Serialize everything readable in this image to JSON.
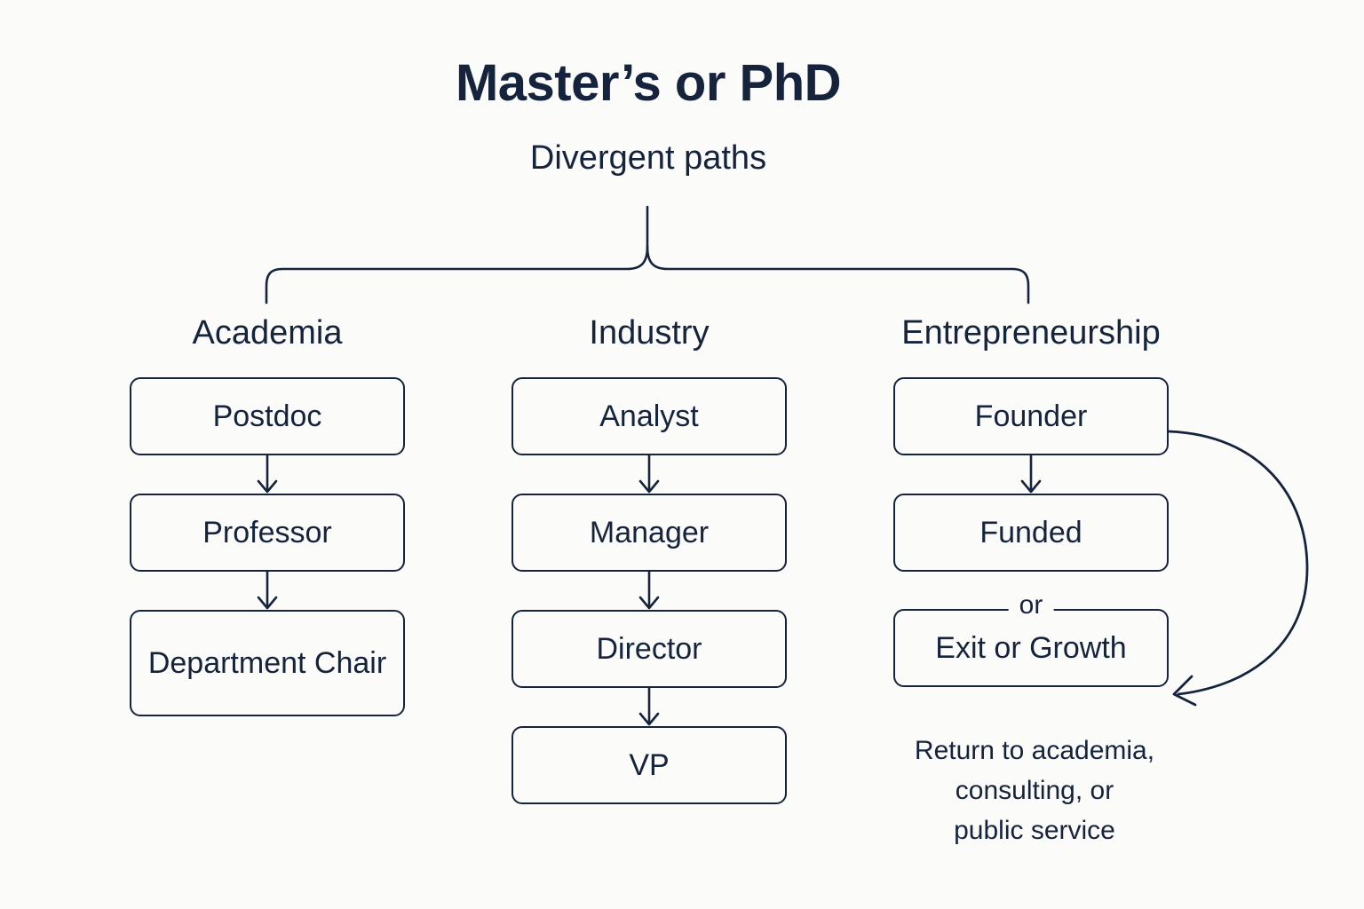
{
  "header": {
    "title": "Master’s or PhD",
    "subtitle": "Divergent paths"
  },
  "colors": {
    "background": "#fbfbf9",
    "ink": "#16233c",
    "box_fill": "#fbfbf9",
    "box_border": "#16233c"
  },
  "columns": [
    {
      "id": "academia",
      "heading": "Academia",
      "nodes": [
        {
          "label": "Postdoc"
        },
        {
          "label": "Professor"
        },
        {
          "label": "Department Chair"
        }
      ]
    },
    {
      "id": "industry",
      "heading": "Industry",
      "nodes": [
        {
          "label": "Analyst"
        },
        {
          "label": "Manager"
        },
        {
          "label": "Director"
        },
        {
          "label": "VP"
        }
      ]
    },
    {
      "id": "entrepreneurship",
      "heading": "Entrepreneurship",
      "nodes": [
        {
          "label": "Founder"
        },
        {
          "label": "Funded"
        },
        {
          "label": "Exit or Growth",
          "legend": "or"
        }
      ],
      "caption": "Return to academia, consulting, or public service",
      "caption_lines": [
        "Return to academia,",
        "consulting, or",
        "public service"
      ]
    }
  ],
  "connectors": {
    "brace_name": "divergent-brace",
    "loop_arrow_name": "founder-to-exit-loop-arrow"
  }
}
